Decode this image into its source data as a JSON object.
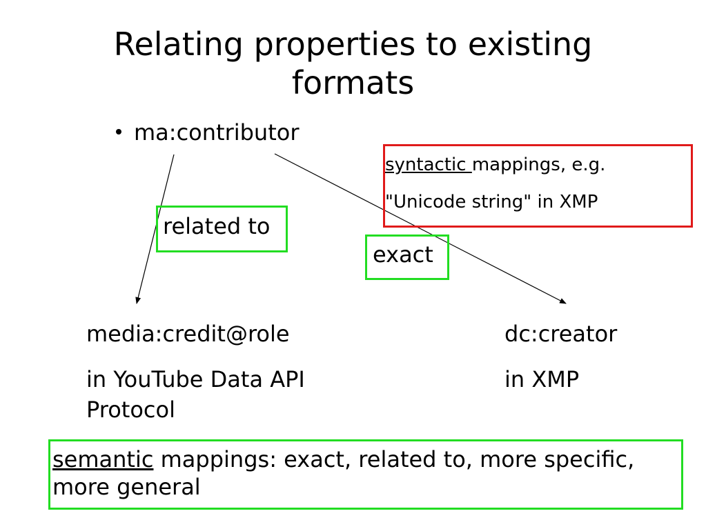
{
  "slide": {
    "title": "Relating properties to existing formats",
    "bullet": "ma:contributor"
  },
  "syntactic": {
    "keyword": "syntactic ",
    "rest": "mappings, e.g.",
    "example": "\"Unicode string\" in XMP"
  },
  "labels": {
    "related": "related to",
    "exact": "exact"
  },
  "targets": {
    "left_name": "media:credit@role",
    "left_source_line1": "in YouTube Data API",
    "left_source_line2": "Protocol",
    "right_name": "dc:creator",
    "right_source": "in XMP"
  },
  "semantic": {
    "keyword": "semantic",
    "rest": " mappings: exact, related to, more specific, more general"
  },
  "colors": {
    "syntactic_box": "#e01a1a",
    "label_boxes": "#22dd22"
  }
}
